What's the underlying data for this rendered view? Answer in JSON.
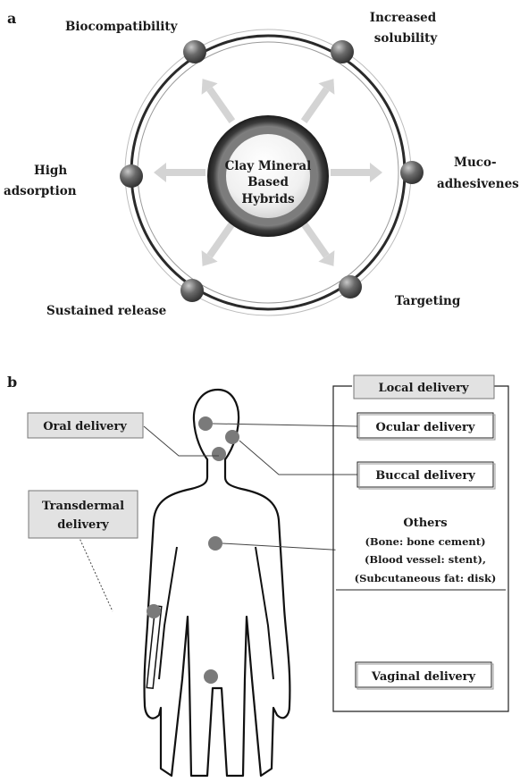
{
  "panel_a": {
    "letter": "a",
    "center": {
      "line1": "Clay Mineral",
      "line2": "Based",
      "line3": "Hybrids"
    },
    "features": {
      "biocompatibility": "Biocompatibility",
      "solubility_1": "Increased",
      "solubility_2": "solubility",
      "muco_1": "Muco-",
      "muco_2": "adhesivenes",
      "targeting": "Targeting",
      "sustained": "Sustained release",
      "adsorption_1": "High",
      "adsorption_2": "adsorption"
    }
  },
  "panel_b": {
    "letter": "b",
    "oral": "Oral delivery",
    "transdermal_1": "Transdermal",
    "transdermal_2": "delivery",
    "local": "Local delivery",
    "ocular": "Ocular delivery",
    "buccal": "Buccal delivery",
    "others_title": "Others",
    "others_1": "(Bone: bone cement)",
    "others_2": "(Blood vessel: stent),",
    "others_3": "(Subcutaneous fat: disk)",
    "vaginal": "Vaginal delivery"
  },
  "colors": {
    "sphere": "#555555",
    "arrow": "#d4d4d4",
    "box_fill": "#e2e2e2",
    "marker": "#7a7a7a"
  }
}
